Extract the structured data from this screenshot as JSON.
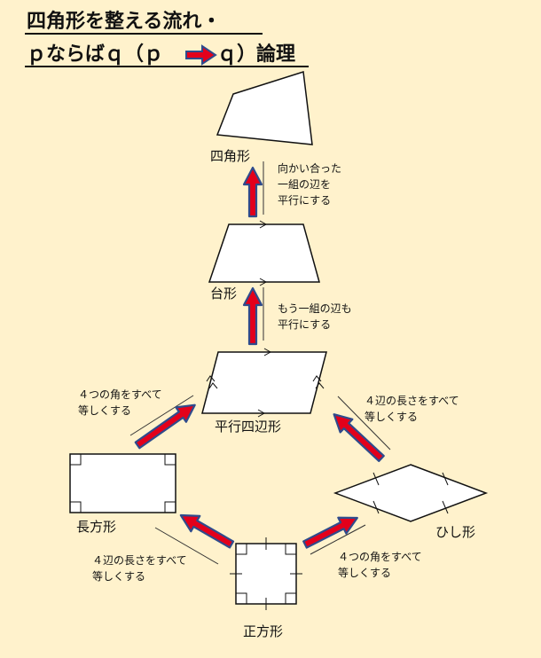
{
  "title": {
    "line1": "四角形を整える流れ・",
    "line2_prefix": "ｐならばｑ（ｐ",
    "line2_suffix": "ｑ）論理"
  },
  "shapes": {
    "quadrilateral": "四角形",
    "trapezoid": "台形",
    "parallelogram": "平行四辺形",
    "rectangle": "長方形",
    "rhombus": "ひし形",
    "square": "正方形"
  },
  "conditions": {
    "trap_to_quad": [
      "向かい合った",
      "一組の辺を",
      "平行にする"
    ],
    "para_to_trap": [
      "もう一組の辺も",
      "平行にする"
    ],
    "rect_to_para": [
      "４つの角をすべて",
      "等しくする"
    ],
    "rhombus_to_para": [
      "４辺の長さをすべて",
      "等しくする"
    ],
    "square_to_rect": [
      "４辺の長さをすべて",
      "等しくする"
    ],
    "square_to_rhombus": [
      "４つの角をすべて",
      "等しくする"
    ]
  },
  "colors": {
    "background": "#FFF2CC",
    "arrow_fill": "#E3001B",
    "arrow_outline": "#2F4B8C"
  }
}
